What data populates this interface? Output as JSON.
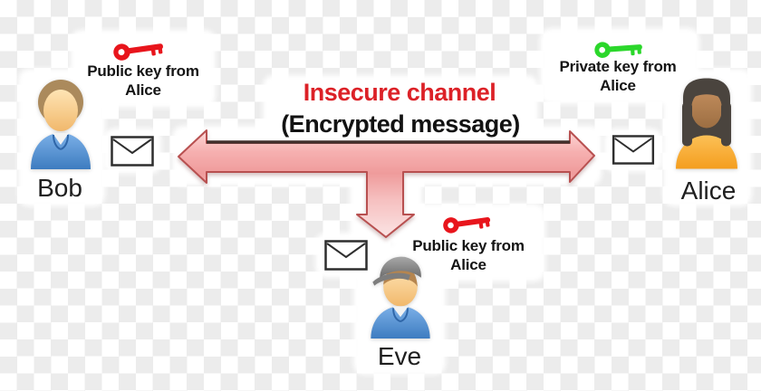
{
  "diagram": {
    "title": {
      "line1": "Insecure channel",
      "line2": "(Encrypted message)"
    },
    "actors": {
      "bob": {
        "name": "Bob",
        "key_caption": "Public key from Alice"
      },
      "alice": {
        "name": "Alice",
        "key_caption": "Private key from Alice"
      },
      "eve": {
        "name": "Eve",
        "key_caption": "Public key from Alice"
      }
    },
    "icons": {
      "bob_key": "red-key",
      "alice_key": "green-key",
      "eve_key": "red-key",
      "message": "envelope"
    },
    "colors": {
      "title_red": "#dc2127",
      "key_red": "#e8151c",
      "key_green": "#2bd72b",
      "arrow_fill_light": "#fdd8d8",
      "arrow_fill_dark": "#ef9b9b",
      "arrow_outline": "#b85050",
      "checker_gray": "#ececec"
    }
  }
}
